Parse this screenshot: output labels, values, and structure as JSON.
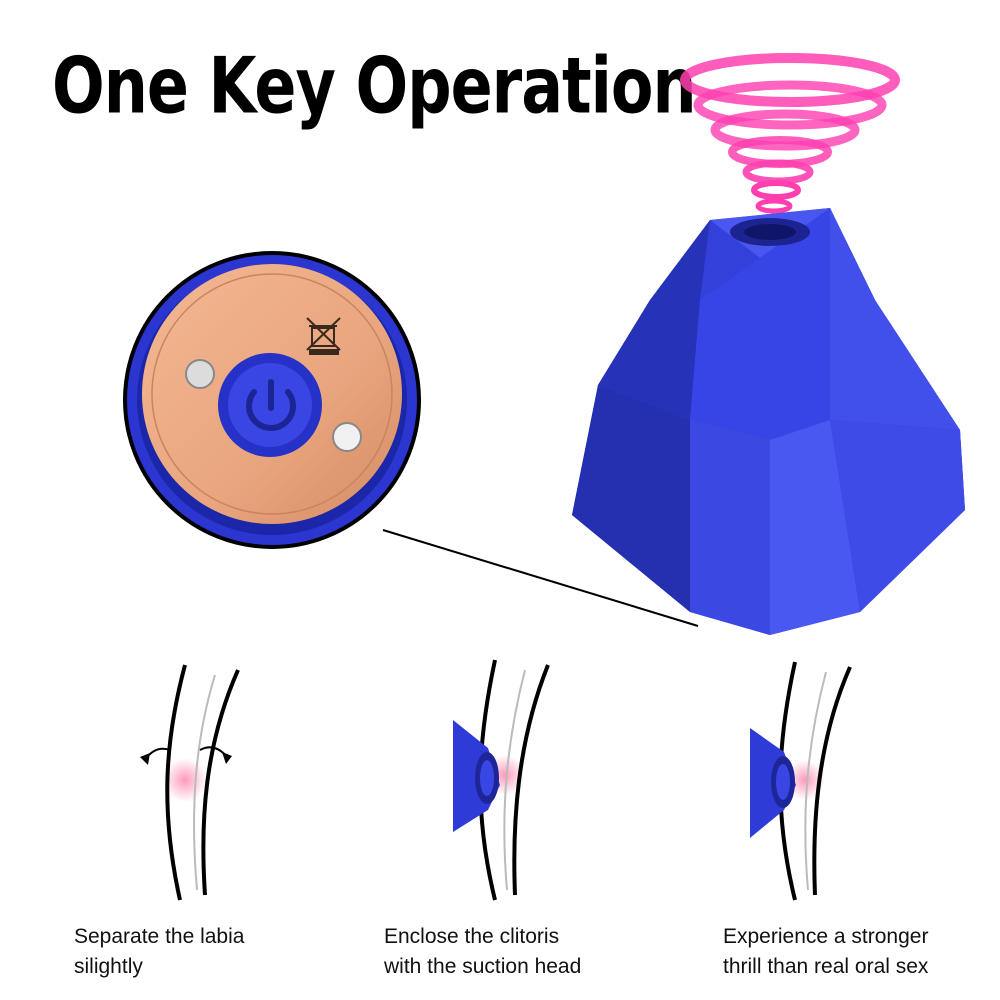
{
  "title": "One Key Operation",
  "colors": {
    "device_blue": "#3a45e0",
    "copper": "#e7a47c",
    "swirl_pink": "#ff3fb0"
  },
  "icons": [
    "power-icon",
    "recycle-bin-crossed-icon"
  ],
  "steps": [
    {
      "line1": "Separate the labia",
      "line2": "silightly"
    },
    {
      "line1": "Enclose the clitoris",
      "line2": "with the suction head"
    },
    {
      "line1": "Experience a stronger",
      "line2": "thrill than real oral sex"
    }
  ]
}
